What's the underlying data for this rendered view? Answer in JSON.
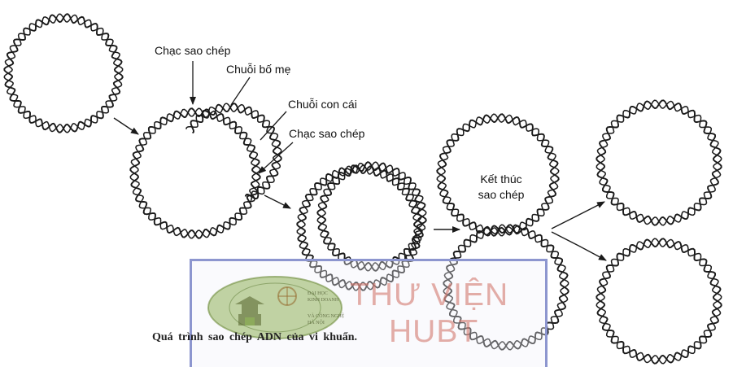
{
  "diagram": {
    "labels": {
      "replication_fork_1": "Chạc sao chép",
      "parent_strand": "Chuỗi bố mẹ",
      "daughter_strand": "Chuỗi con cái",
      "replication_fork_2": "Chạc sao chép",
      "end_line1": "Kết thúc",
      "end_line2": "sao chép"
    },
    "caption": "Quá trình sao chép ADN của vi khuẩn."
  },
  "watermark": {
    "title_line1": "THƯ VIỆN",
    "title_line2": "HUBT",
    "logo_text": [
      "ĐẠI HỌC",
      "KINH DOANH",
      "VÀ CÔNG NGHỆ",
      "HÀ NỘI"
    ]
  },
  "colors": {
    "ink": "#1a1a1a",
    "watermark_border": "#8d96cf",
    "watermark_text": "#d2786e",
    "logo_green": "#8fb05a"
  }
}
